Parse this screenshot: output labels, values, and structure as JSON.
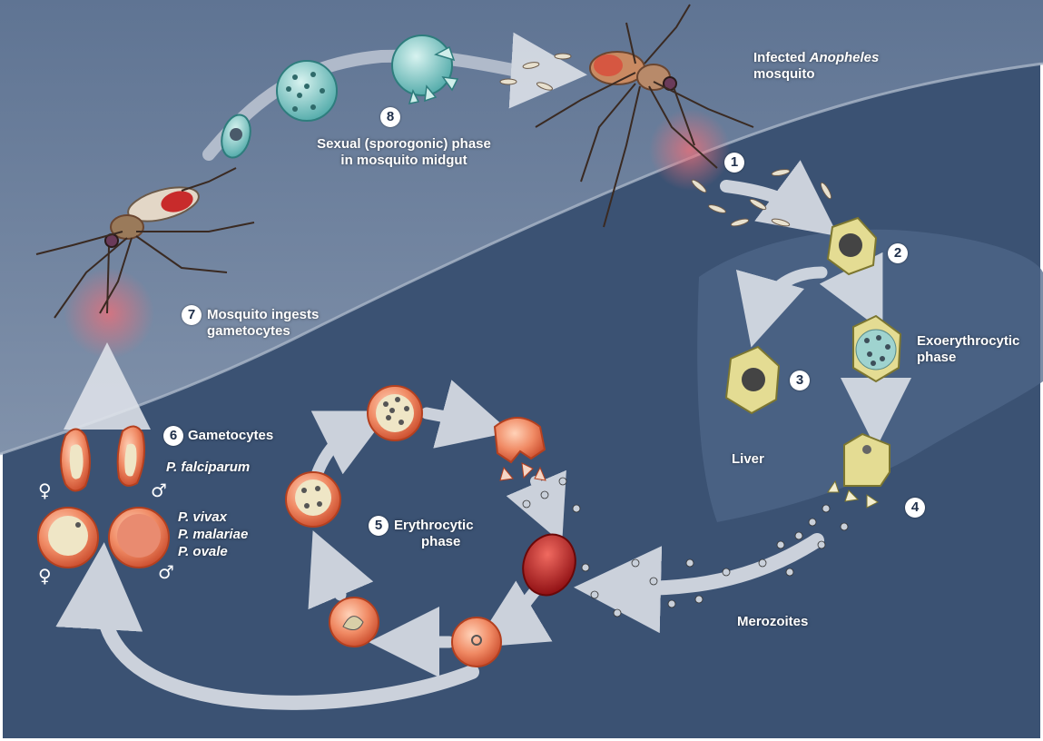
{
  "labels": {
    "mosquito_infected_line1_prefix": "Infected ",
    "mosquito_infected_genus": "Anopheles",
    "mosquito_infected_line2": "mosquito",
    "sexual_phase_line1": "Sexual (sporogonic) phase",
    "sexual_phase_line2": "in mosquito midgut",
    "mosquito_ingests_line1": "Mosquito ingests",
    "mosquito_ingests_line2": "gametocytes",
    "gametocytes": "Gametocytes",
    "falciparum": "P. falciparum",
    "vivax": "P. vivax",
    "malariae": "P. malariae",
    "ovale": "P. ovale",
    "erythrocytic_line1": "Erythrocytic",
    "erythrocytic_line2": "phase",
    "exoerythrocytic_line1": "Exoerythrocytic",
    "exoerythrocytic_line2": "phase",
    "liver": "Liver",
    "merozoites": "Merozoites"
  },
  "step_numbers": {
    "s1": "1",
    "s2": "2",
    "s3": "3",
    "s4": "4",
    "s5": "5",
    "s6": "6",
    "s7": "7",
    "s8": "8"
  },
  "sex_symbols": {
    "female": "♀",
    "male": "♂"
  },
  "colors": {
    "background": "#3b5273",
    "skin_band": "#6b7f9b",
    "arrow": "#dfe3ea",
    "rbc": "#e2623f",
    "rbc_dark": "#b01818",
    "liver_cell": "#e4dc93",
    "oocyst": "#76c8c6"
  }
}
